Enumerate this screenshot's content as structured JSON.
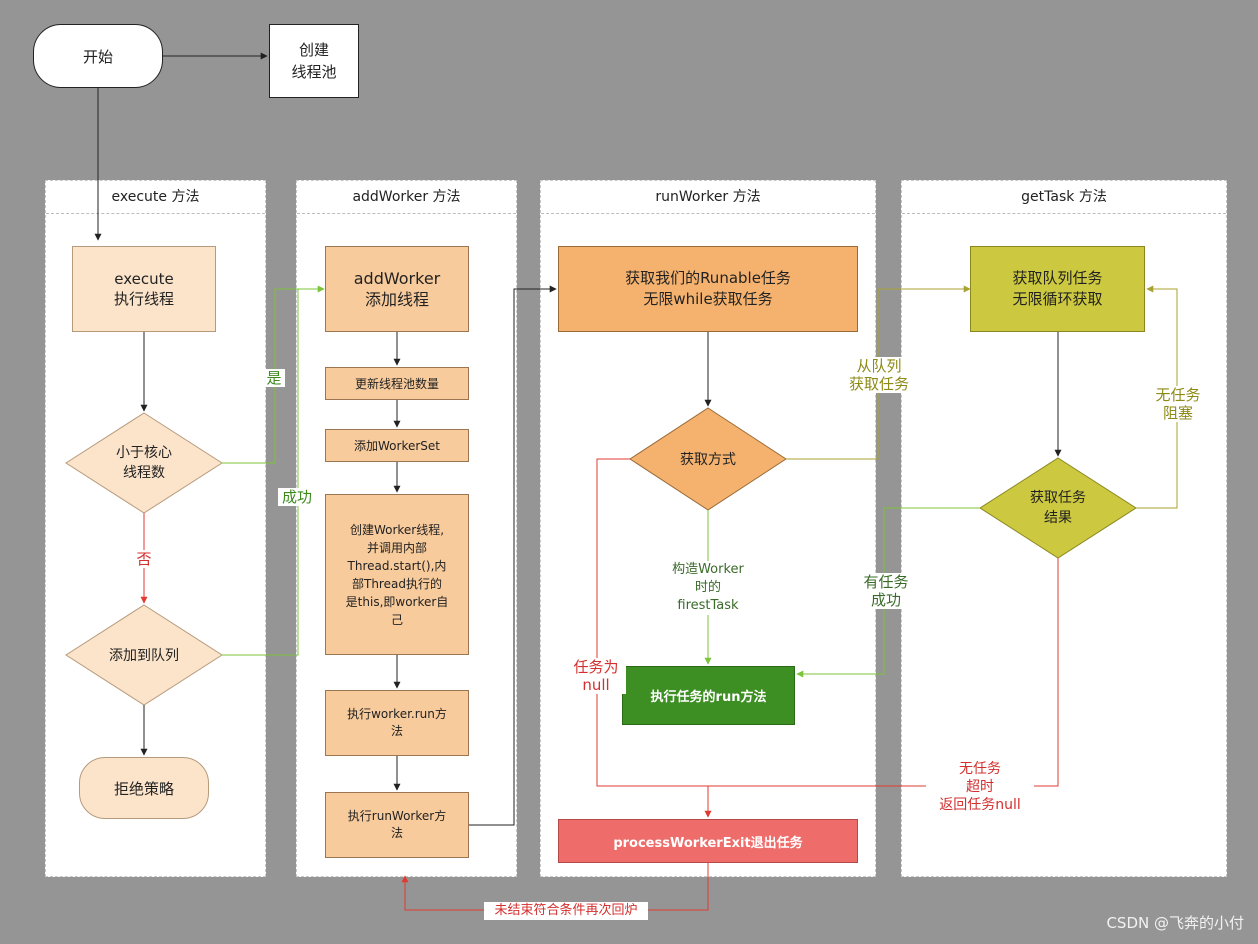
{
  "start": "开始",
  "create_pool": "创建\n线程池",
  "lanes": {
    "execute": "execute 方法",
    "addworker": "addWorker 方法",
    "runworker": "runWorker 方法",
    "gettask": "getTask 方法"
  },
  "execute_lane": {
    "exec_box": "execute\n执行线程",
    "core_check": "小于核心\n线程数",
    "add_queue": "添加到队列",
    "reject": "拒绝策略",
    "yes": "是",
    "no": "否",
    "success": "成功"
  },
  "addworker_lane": {
    "add_box": "addWorker\n添加线程",
    "update_count": "更新线程池数量",
    "add_set": "添加WorkerSet",
    "create_worker": "创建Worker线程,\n并调用内部\nThread.start(),内\n部Thread执行的\n是this,即worker自\n己",
    "exec_run": "执行worker.run方\n法",
    "exec_runworker": "执行runWorker方\n法"
  },
  "runworker_lane": {
    "get_runnable": "获取我们的Runable任务\n无限while获取任务",
    "get_method": "获取方式",
    "construct_label": "构造Worker\n时的\nfirestTask",
    "run_task": "执行任务的run方法",
    "exit_task": "processWorkerExit退出任务",
    "null_label": "任务为\nnull",
    "from_queue": "从队列\n获取任务"
  },
  "gettask_lane": {
    "get_queue_task": "获取队列任务\n无限循环获取",
    "task_result": "获取任务\n结果",
    "no_task_block": "无任务\n阻塞",
    "has_task": "有任务\n成功",
    "timeout": "无任务\n超时\n返回任务null"
  },
  "loop_back": "未结束符合条件再次回炉",
  "watermark": "CSDN @飞奔的小付",
  "colors": {
    "background": "#959595",
    "orange_light": "#fce4cb",
    "orange": "#f8cb9c",
    "orange_dark": "#f4b26e",
    "olive": "#ccc83f",
    "green": "#3d8f23",
    "red": "#ee6c6a"
  }
}
